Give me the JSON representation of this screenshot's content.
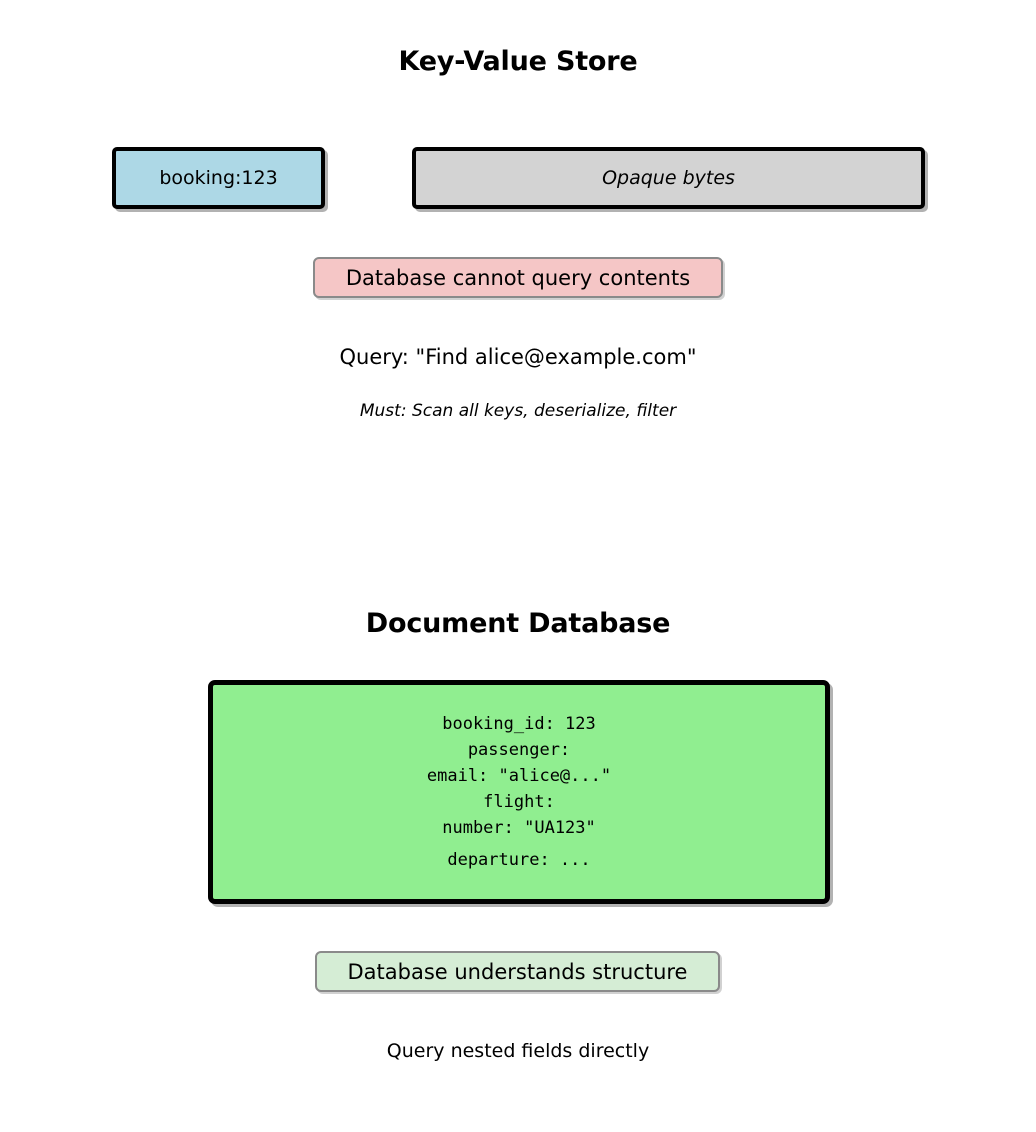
{
  "kv_section": {
    "title": "Key-Value Store",
    "key_box": {
      "label": "booking:123"
    },
    "value_box": {
      "label": "Opaque bytes"
    },
    "warning_badge": {
      "label": "Database cannot query contents"
    },
    "query_line": "Query: \"Find alice@example.com\"",
    "must_line": "Must: Scan all keys, deserialize, filter"
  },
  "doc_section": {
    "title": "Document Database",
    "document_lines": [
      "booking_id: 123",
      "passenger:",
      "email: \"alice@...\"",
      "flight:",
      "number: \"UA123\"",
      "departure: ..."
    ],
    "success_badge": {
      "label": "Database understands structure"
    },
    "caption": "Query nested fields directly"
  },
  "colors": {
    "key_fill": "#ADD8E6",
    "value_fill": "#D3D3D3",
    "document_fill": "#90EE90",
    "warning_fill": "#F5C6C6",
    "success_fill": "#D5EDD5",
    "border": "#000000",
    "badge_border": "#8a8a8a",
    "background": "#ffffff"
  }
}
